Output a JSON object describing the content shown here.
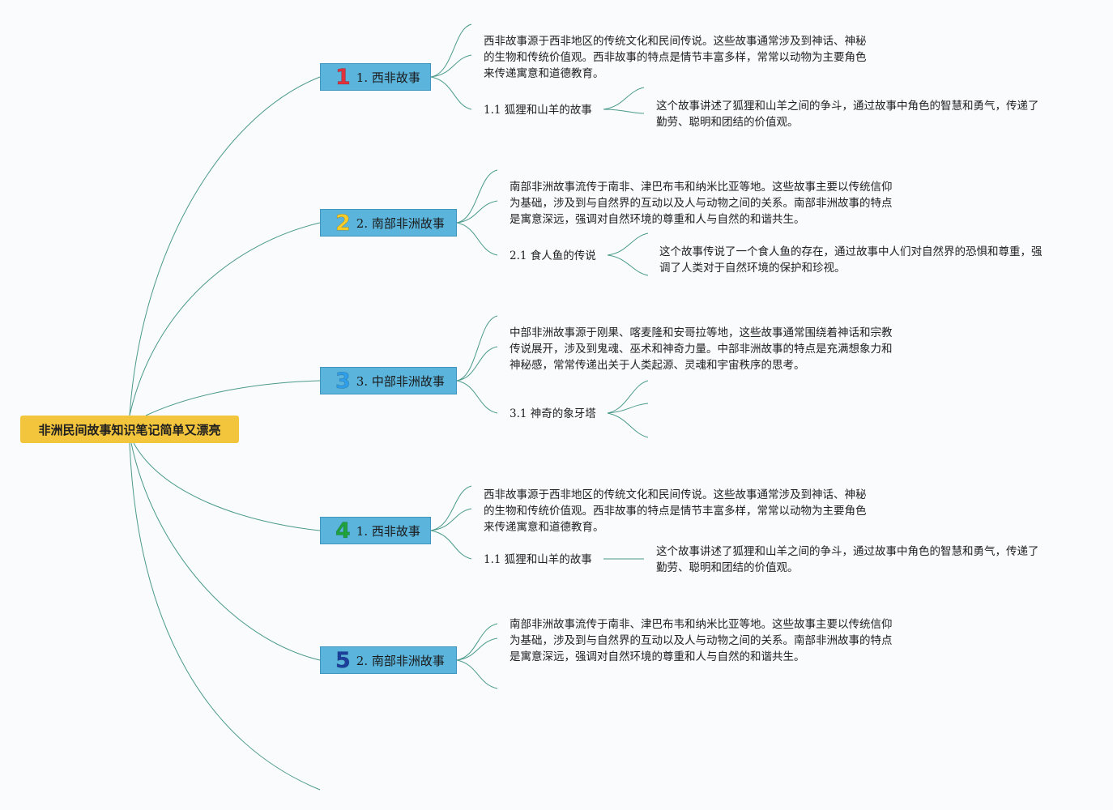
{
  "root": {
    "title": "非洲民间故事知识笔记简单又漂亮"
  },
  "branches": [
    {
      "badge": "1",
      "badge_color": "#e0323c",
      "label": "1. 西非故事",
      "desc_lines": [
        "西非故事源于西非地区的传统文化和民间传说。这些故事通常涉及到神话、神秘",
        "的生物和传统价值观。西非故事的特点是情节丰富多样，常常以动物为主要角色",
        "来传递寓意和道德教育。"
      ],
      "sub_label": "1.1 狐狸和山羊的故事",
      "sub_desc_lines": [
        "这个故事讲述了狐狸和山羊之间的争斗，通过故事中角色的智慧和勇气，传递了",
        "勤劳、聪明和团结的价值观。"
      ]
    },
    {
      "badge": "2",
      "badge_color": "#f5cc2a",
      "label": "2. 南部非洲故事",
      "desc_lines": [
        "南部非洲故事流传于南非、津巴布韦和纳米比亚等地。这些故事主要以传统信仰",
        "为基础，涉及到与自然界的互动以及人与动物之间的关系。南部非洲故事的特点",
        "是寓意深远，强调对自然环境的尊重和人与自然的和谐共生。"
      ],
      "sub_label": "2.1 食人鱼的传说",
      "sub_desc_lines": [
        "这个故事传说了一个食人鱼的存在，通过故事中人们对自然界的恐惧和尊重，强",
        "调了人类对于自然环境的保护和珍视。"
      ]
    },
    {
      "badge": "3",
      "badge_color": "#2f9ee8",
      "label": "3. 中部非洲故事",
      "desc_lines": [
        "中部非洲故事源于刚果、喀麦隆和安哥拉等地，这些故事通常围绕着神话和宗教",
        "传说展开，涉及到鬼魂、巫术和神奇力量。中部非洲故事的特点是充满想象力和",
        "神秘感，常常传递出关于人类起源、灵魂和宇宙秩序的思考。"
      ],
      "sub_label": "3.1 神奇的象牙塔"
    },
    {
      "badge": "4",
      "badge_color": "#1fa23c",
      "label": "1. 西非故事",
      "desc_lines": [
        "西非故事源于西非地区的传统文化和民间传说。这些故事通常涉及到神话、神秘",
        "的生物和传统价值观。西非故事的特点是情节丰富多样，常常以动物为主要角色",
        "来传递寓意和道德教育。"
      ],
      "sub_label": "1.1 狐狸和山羊的故事",
      "sub_desc_lines": [
        "这个故事讲述了狐狸和山羊之间的争斗，通过故事中角色的智慧和勇气，传递了",
        "勤劳、聪明和团结的价值观。"
      ]
    },
    {
      "badge": "5",
      "badge_color": "#1c3f9e",
      "label": "2. 南部非洲故事",
      "desc_lines": [
        "南部非洲故事流传于南非、津巴布韦和纳米比亚等地。这些故事主要以传统信仰",
        "为基础，涉及到与自然界的互动以及人与动物之间的关系。南部非洲故事的特点",
        "是寓意深远，强调对自然环境的尊重和人与自然的和谐共生。"
      ]
    }
  ],
  "colors": {
    "root": "#f2c53d",
    "branch": "#5ab4dc",
    "line": "#4a9a8a",
    "background": "#fafbfd"
  }
}
